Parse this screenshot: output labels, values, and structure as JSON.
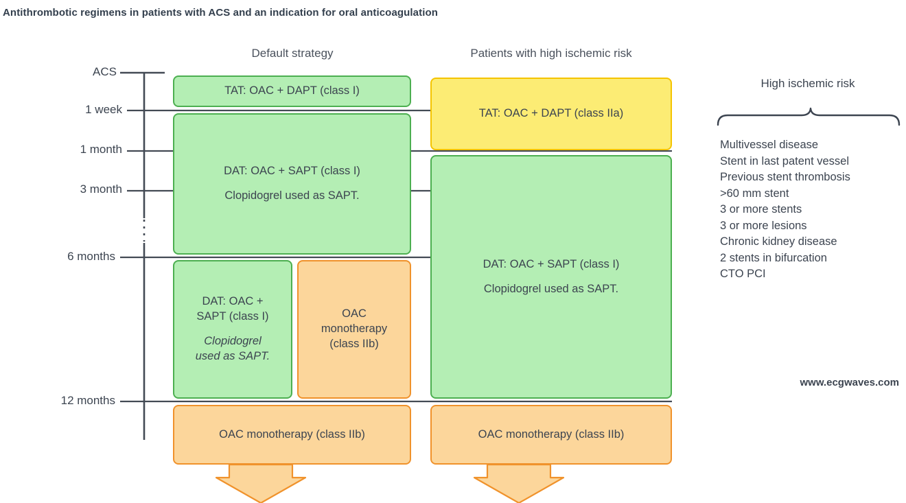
{
  "title": "Antithrombotic regimens in patients with ACS and an indication for oral anticoagulation",
  "columns": {
    "left_header": "Default strategy",
    "right_header": "Patients with high ischemic risk"
  },
  "timeline": {
    "ticks": [
      {
        "label": "ACS"
      },
      {
        "label": "1 week"
      },
      {
        "label": "1 month"
      },
      {
        "label": "3 month"
      },
      {
        "label": "6 months"
      },
      {
        "label": "12 months"
      }
    ]
  },
  "default_strategy": {
    "tat": "TAT: OAC + DAPT (class I)",
    "dat_line1": "DAT: OAC + SAPT (class I)",
    "dat_line2": "Clopidogrel used as SAPT.",
    "dat_late_line1": "DAT: OAC +",
    "dat_late_line2": "SAPT (class I)",
    "dat_late_note1": "Clopidogrel",
    "dat_late_note2": "used as SAPT.",
    "oac_mono_line1": "OAC",
    "oac_mono_line2": "monotherapy",
    "oac_mono_line3": "(class IIb)",
    "oac_final": "OAC monotherapy (class IIb)"
  },
  "high_risk_strategy": {
    "tat": "TAT: OAC + DAPT (class IIa)",
    "dat_line1": "DAT: OAC + SAPT (class I)",
    "dat_line2": "Clopidogrel used as SAPT.",
    "oac_final": "OAC monotherapy (class IIb)"
  },
  "risk_panel": {
    "title": "High ischemic risk",
    "items": [
      "Multivessel disease",
      "Stent in last patent vessel",
      "Previous stent thrombosis",
      ">60 mm stent",
      "3 or more stents",
      "3 or more lesions",
      "Chronic kidney disease",
      "2 stents in bifurcation",
      "CTO PCI"
    ]
  },
  "watermark": "www.ecgwaves.com",
  "colors": {
    "green_fill": "#b4eeb4",
    "green_border": "#4caf50",
    "yellow_fill": "#fcec74",
    "yellow_border": "#f5c400",
    "orange_fill": "#fcd69b",
    "orange_border": "#f0922b",
    "text": "#3c4450",
    "axis": "#434a54"
  }
}
